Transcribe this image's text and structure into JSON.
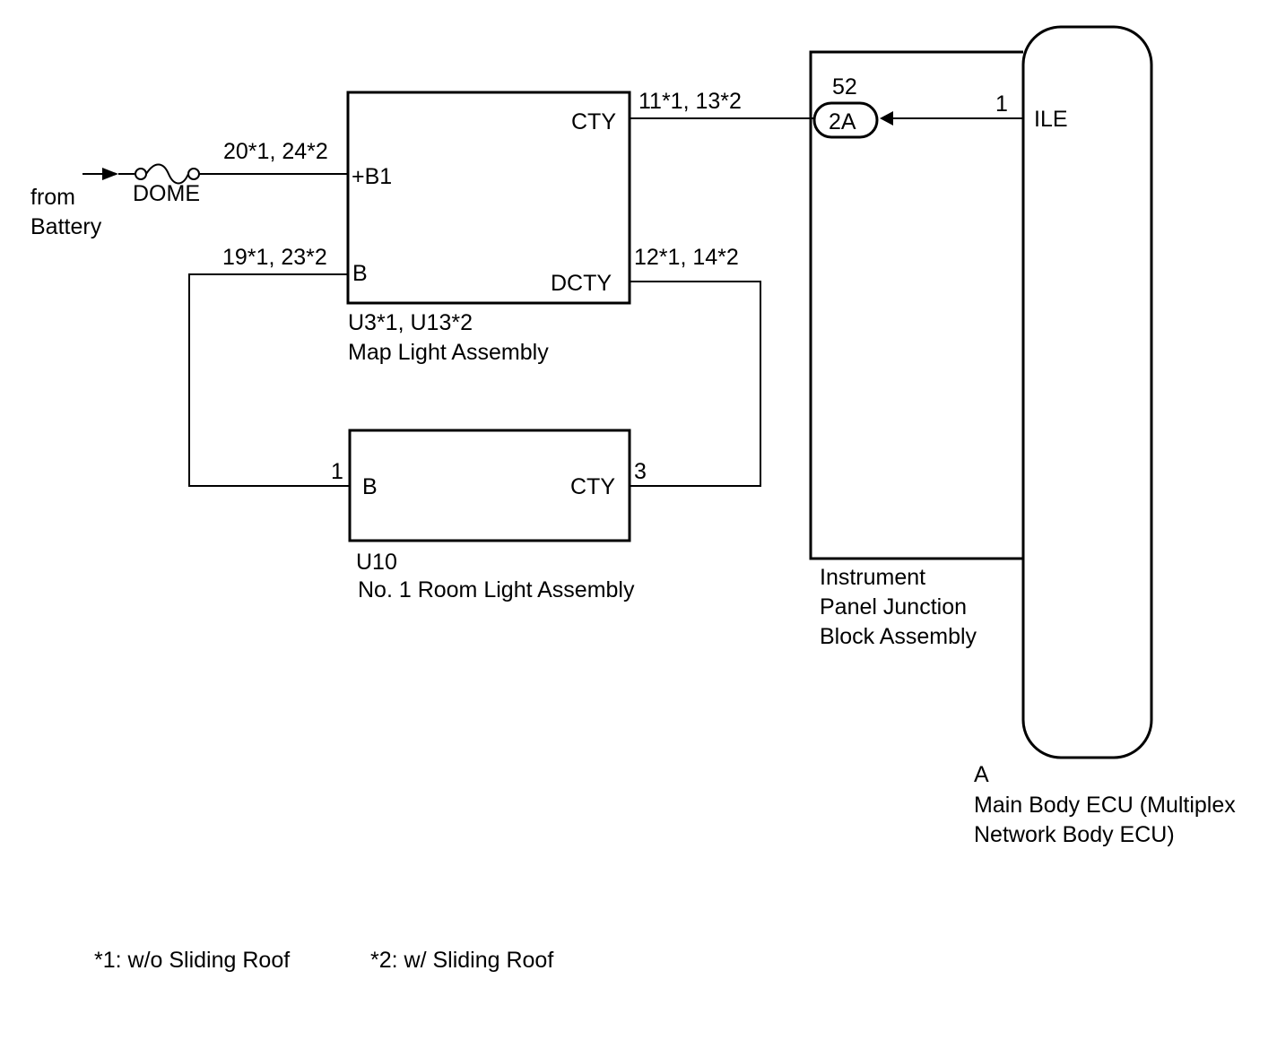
{
  "source": {
    "line1": "from",
    "line2": "Battery"
  },
  "fuse": {
    "label": "DOME"
  },
  "map_light": {
    "code": "U3*1, U13*2",
    "name": "Map Light Assembly",
    "pin_b1": "+B1",
    "pin_b": "B",
    "pin_cty": "CTY",
    "pin_dcty": "DCTY"
  },
  "room_light": {
    "code": "U10",
    "name": "No. 1 Room Light Assembly",
    "pin_b": "B",
    "pin_cty": "CTY",
    "pin_num_b": "1",
    "pin_num_cty": "3"
  },
  "junction_block": {
    "line1": "Instrument",
    "line2": "Panel Junction",
    "line3": "Block Assembly",
    "connector_pin": "52",
    "connector_id": "2A"
  },
  "ecu": {
    "code": "A",
    "line1": "Main Body ECU (Multiplex",
    "line2": "Network Body ECU)",
    "pin_num": "1",
    "pin_name": "ILE"
  },
  "wires": {
    "battery_to_b1": "20*1, 24*2",
    "b_to_room": "19*1, 23*2",
    "cty_to_junction": "11*1, 13*2",
    "dcty_to_room": "12*1, 14*2"
  },
  "notes": {
    "note1": "*1: w/o Sliding Roof",
    "note2": "*2: w/ Sliding Roof"
  }
}
